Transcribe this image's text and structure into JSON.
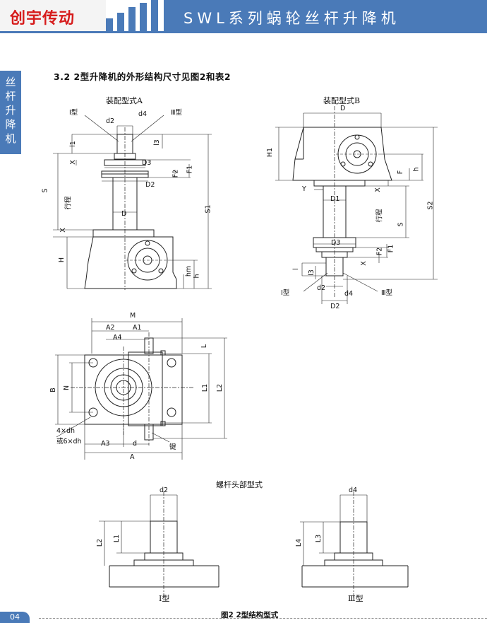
{
  "header": {
    "logo_text": "创宇传动",
    "title": "SWL系列蜗轮丝杆升降机",
    "accent_color": "#4a7ab8",
    "logo_color": "#d61c1c"
  },
  "side_tab": {
    "chars": [
      "丝",
      "杆",
      "升",
      "降",
      "机"
    ]
  },
  "section_heading": "3.2  2型升降机的外形结构尺寸见图2和表2",
  "figure_a": {
    "title": "装配型式A",
    "labels": {
      "type1": "Ⅰ型",
      "type3": "Ⅲ型",
      "d2": "d2",
      "d4": "d4",
      "l1": "l1",
      "l3": "l3",
      "x_top": "X",
      "d3": "D3",
      "f1": "F1",
      "f2": "F2",
      "d2b": "D2",
      "s": "S",
      "stroke": "行程",
      "d": "D",
      "s1": "S1",
      "x_bot": "X",
      "h_cap": "H",
      "hm": "hm",
      "h": "h"
    }
  },
  "figure_b": {
    "title": "装配型式B",
    "labels": {
      "d": "D",
      "h1": "H1",
      "f": "F",
      "h": "h",
      "y": "Y",
      "x": "X",
      "d1": "D1",
      "stroke": "行程",
      "s": "S",
      "s2": "S2",
      "d3": "D3",
      "f1": "F1",
      "f2": "F2",
      "x2": "X",
      "l": "l",
      "l3": "l3",
      "type1": "Ⅰ型",
      "d2": "d2",
      "d4": "d4",
      "type3": "Ⅲ型",
      "d2b": "D2"
    }
  },
  "figure_plan": {
    "labels": {
      "m": "M",
      "a2": "A2",
      "a1": "A1",
      "a4": "A4",
      "l": "L",
      "b": "B",
      "n": "N",
      "l1": "L1",
      "l2": "L2",
      "holes1": "4×dh",
      "holes2": "或6×dh",
      "a3": "A3",
      "d": "d",
      "key": "键",
      "a": "A"
    }
  },
  "screw_heads": {
    "title": "螺杆头部型式",
    "type1": {
      "d2": "d2",
      "l2": "L2",
      "l1": "L1",
      "caption": "Ⅰ型"
    },
    "type3": {
      "d4": "d4",
      "l4": "L4",
      "l3": "L3",
      "caption": "Ⅲ型"
    }
  },
  "figure_caption": "图2   2型结构型式",
  "page_number": "04"
}
